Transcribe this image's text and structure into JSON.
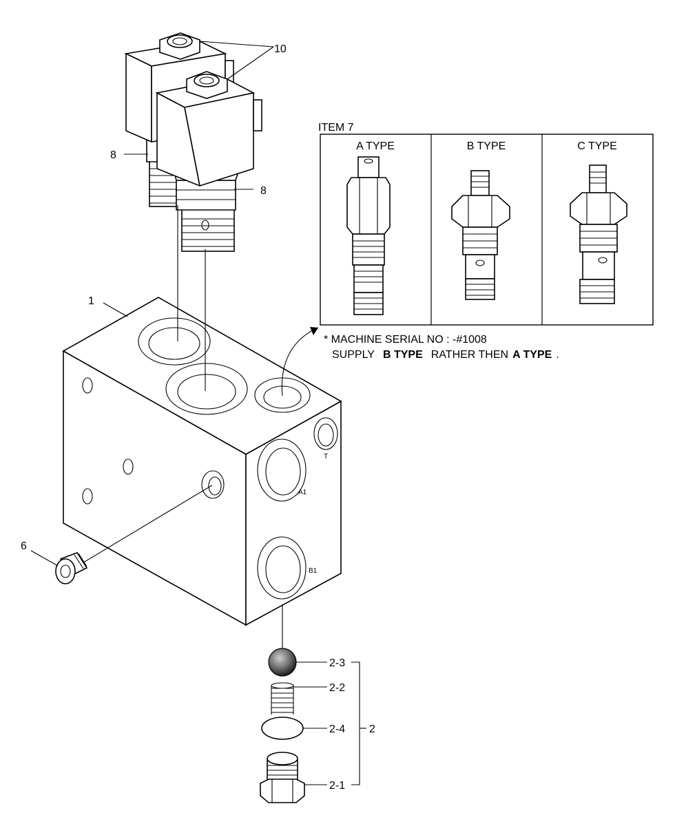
{
  "callouts": {
    "body": "1",
    "kit": "2",
    "kit_plug": "2-1",
    "kit_spring": "2-2",
    "kit_ball": "2-3",
    "kit_oring": "2-4",
    "plug": "6",
    "cartridge_left": "8",
    "cartridge_right": "8",
    "coil": "10"
  },
  "ports": {
    "t": "T",
    "a1": "A1",
    "b1": "B1"
  },
  "item7": {
    "title": "ITEM 7",
    "types": [
      {
        "label": "A TYPE"
      },
      {
        "label": "B TYPE"
      },
      {
        "label": "C TYPE"
      }
    ]
  },
  "note": {
    "line1": "* MACHINE SERIAL NO : -#1008",
    "line2_a": "SUPPLY",
    "line2_b": "B TYPE",
    "line2_c": "RATHER THEN",
    "line2_d": "A TYPE",
    "line2_e": "."
  },
  "colors": {
    "line": "#000000",
    "background": "#ffffff",
    "ball": "#555555"
  }
}
